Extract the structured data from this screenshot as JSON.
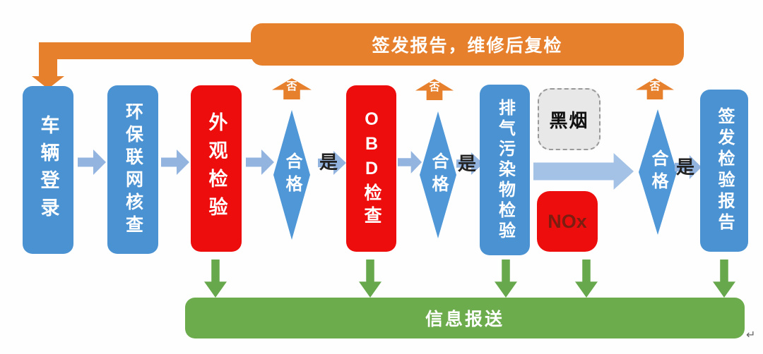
{
  "banner_top": {
    "label": "签发报告，维修后复检"
  },
  "flow": {
    "step1": {
      "label": "车辆登录"
    },
    "step2": {
      "label": "环保联网核查"
    },
    "step3": {
      "label": "外观检验"
    },
    "decision1": {
      "label": "合格"
    },
    "step4": {
      "label": "OBD检查"
    },
    "decision2": {
      "label": "合格"
    },
    "step5": {
      "label": "排气污染物检验"
    },
    "decision3": {
      "label": "合格"
    },
    "step6": {
      "label": "签发检验报告"
    }
  },
  "branch_labels": {
    "yes": "是",
    "no": "否"
  },
  "pollutants": {
    "black_smoke": {
      "label": "黑烟"
    },
    "nox": {
      "label": "NOx"
    }
  },
  "banner_bottom": {
    "label": "信息报送"
  },
  "return_mark": "↵",
  "colors": {
    "blue_box": "#4a92d2",
    "red_box": "#ee0d0d",
    "orange": "#e6802d",
    "green": "#6cac4d",
    "light_blue_arrow": "#94b4e0",
    "gray_box": "#e8e8e8"
  }
}
